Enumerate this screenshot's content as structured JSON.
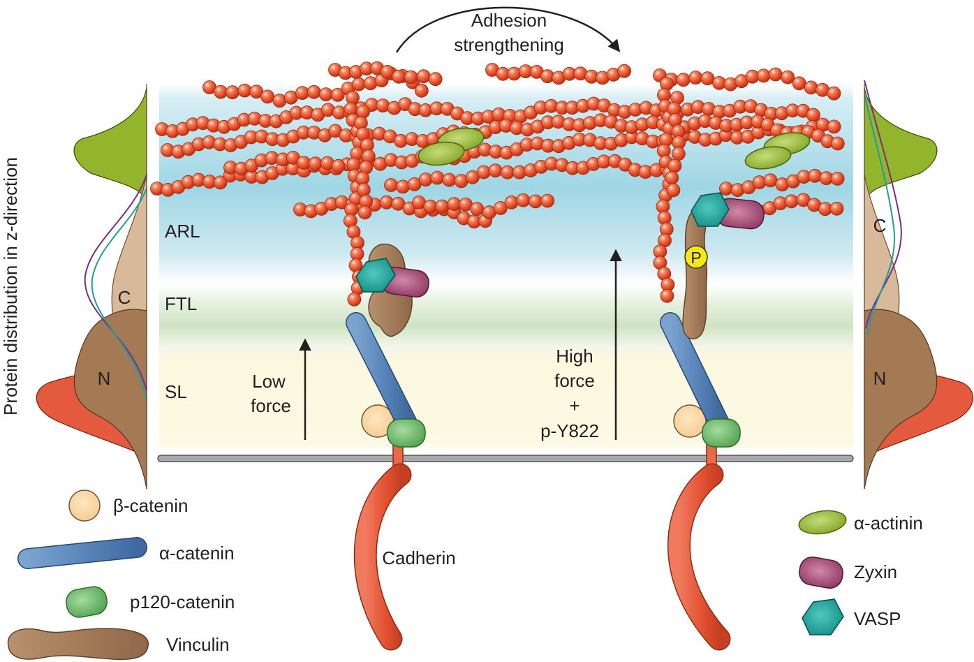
{
  "header": {
    "arrow_label_line1": "Adhesion",
    "arrow_label_line2": "strengthening"
  },
  "side_axis_label": "Protein distribution in z-direction",
  "layers": {
    "arl": "ARL",
    "ftl": "FTL",
    "sl": "SL"
  },
  "distribution_left": {
    "c": "C",
    "n": "N"
  },
  "distribution_right": {
    "c": "C",
    "n": "N"
  },
  "force": {
    "low_line1": "Low",
    "low_line2": "force",
    "high_line1": "High",
    "high_line2": "force",
    "high_line3": "+",
    "high_line4": "p-Y822"
  },
  "phospho_label": "P",
  "cadherin_label": "Cadherin",
  "legend_left": [
    {
      "label": "β-catenin",
      "icon": "beta-catenin-circle",
      "color": "#fcd9a0"
    },
    {
      "label": "α-catenin",
      "icon": "alpha-catenin-rod",
      "color": "#5b84b8"
    },
    {
      "label": "p120-catenin",
      "icon": "p120-catenin-pill",
      "color": "#6dbb6a"
    },
    {
      "label": "Vinculin",
      "icon": "vinculin-peanut",
      "color": "#a57f5c"
    }
  ],
  "legend_right": [
    {
      "label": "α-actinin",
      "icon": "alpha-actinin-ellipse",
      "color": "#9dc23a"
    },
    {
      "label": "Zyxin",
      "icon": "zyxin-pill",
      "color": "#9e3d6a"
    },
    {
      "label": "VASP",
      "icon": "vasp-hexagon",
      "color": "#1fa39a"
    }
  ],
  "colors": {
    "actin": "#e8502c",
    "arl_band": "#b9e2ee",
    "ftl_band": "#dcecd3",
    "sl_band": "#fbf8dc",
    "membrane": "#9b9b9b",
    "cadherin": "#e35336",
    "distribution_green": "#8fb32a",
    "distribution_tan": "#d8b99a",
    "distribution_brown": "#a47a55",
    "distribution_red": "#e35a3f"
  }
}
